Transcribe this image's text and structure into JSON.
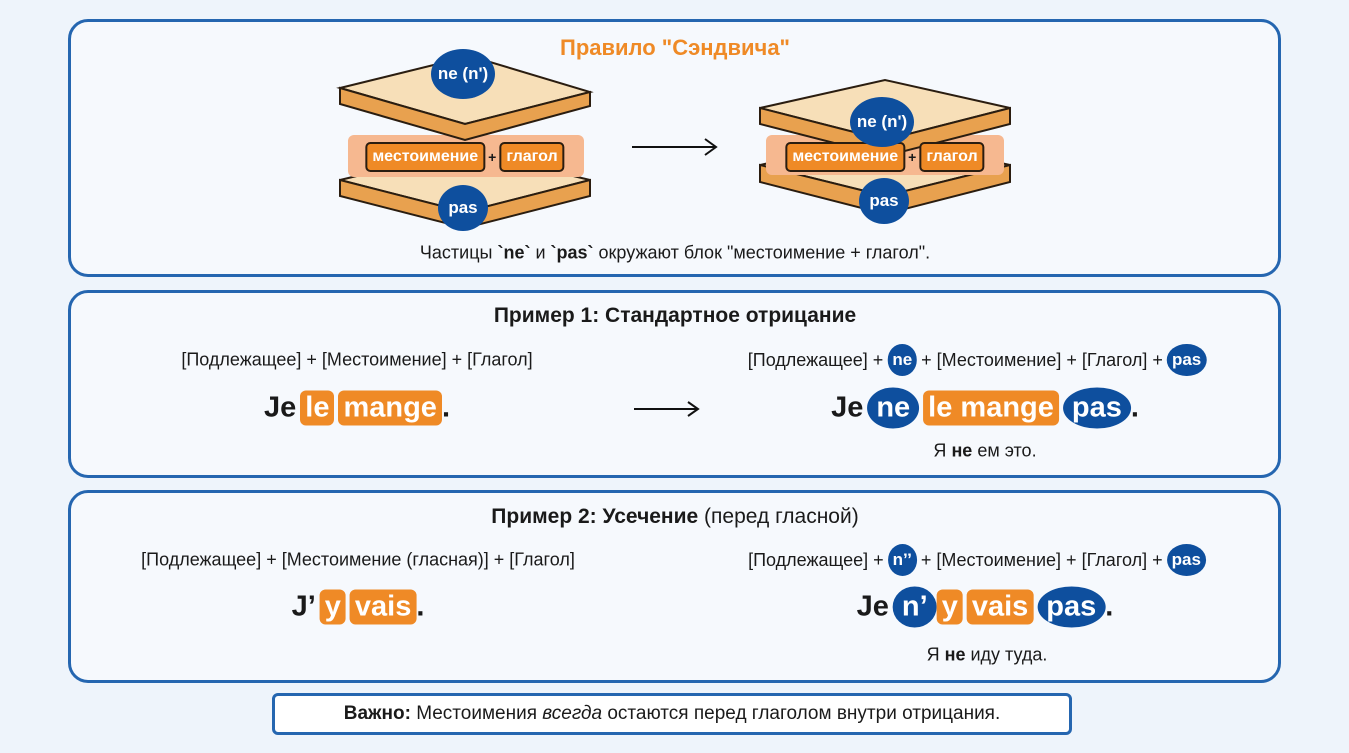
{
  "sandwich": {
    "title": "Правило \"Сэндвича\"",
    "ne_label": "ne (n')",
    "pas_label": "pas",
    "pronoun_label": "местоимение",
    "plus": "+",
    "verb_label": "глагол",
    "caption_prefix": "Частицы ",
    "caption_ne": "`ne`",
    "caption_and": " и ",
    "caption_pas": "`pas`",
    "caption_suffix": " окружают блок \"местоимение + глагол\"."
  },
  "example1": {
    "title": "Пример 1: Стандартное отрицание",
    "left_formula": "[Подлежащее] + [Местоимение] + [Глагол]",
    "left_sentence": {
      "subject": "Je",
      "pronoun": "le",
      "verb": "mange",
      "dot": "."
    },
    "right_formula": {
      "subject": "[Подлежащее] +",
      "ne": "ne",
      "middle": "+ [Местоимение] + [Глагол] +",
      "pas": "pas"
    },
    "right_sentence": {
      "subject": "Je",
      "ne": "ne",
      "pronoun_verb": "le mange",
      "pas": "pas",
      "dot": "."
    },
    "translation": {
      "a": "Я",
      "b": "не",
      "c": "ем это."
    }
  },
  "example2": {
    "title_bold": "Пример 2: Усечение",
    "title_rest": "(перед гласной)",
    "left_formula": "[Подлежащее] + [Местоимение (гласная)] + [Глагол]",
    "left_sentence": {
      "subject": "J’",
      "pronoun": "y",
      "verb": "vais",
      "dot": "."
    },
    "right_formula": {
      "subject": "[Подлежащее] +",
      "ne": "n’’",
      "middle": "+ [Местоимение] + [Глагол] +",
      "pas": "pas"
    },
    "right_sentence": {
      "subject": "Je",
      "ne": "n’",
      "pronoun": "y",
      "verb": "vais",
      "pas": "pas",
      "dot": "."
    },
    "translation": {
      "a": "Я",
      "b": "не",
      "c": "иду туда."
    }
  },
  "note": {
    "bold": "Важно:",
    "text1": " Местоимения ",
    "italic": "всегда",
    "text2": " остаются перед глаголом внутри отрицания."
  },
  "colors": {
    "orange": "#ef8a26",
    "navy": "#0e4f9e",
    "border": "#2566b0",
    "bread": "#f7dfb8",
    "crust": "#e8a14f"
  }
}
